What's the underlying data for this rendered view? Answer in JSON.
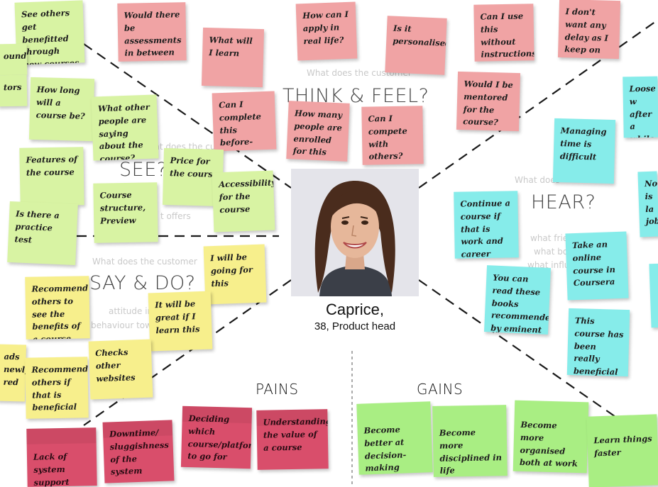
{
  "persona": {
    "name": "Caprice,",
    "subtitle": "38, Product head"
  },
  "quadrants": {
    "think_feel": "THINK & FEEL?",
    "see": "SEE?",
    "hear": "HEAR?",
    "say_do": "SAY & DO?",
    "pains": "PAINS",
    "gains": "GAINS"
  },
  "faint_text": [
    "What does the customer",
    "What does the customer",
    "What does the customer",
    "What does",
    "t offers",
    "what frien",
    "what bo",
    "what influe",
    "attitude in",
    "behaviour tow"
  ],
  "notes": {
    "think_feel": [
      "Would there be assessments in between",
      "What will I learn",
      "How can I apply in real life?",
      "Is it personalised?",
      "Can I use this without instructions",
      "I don't want any delay as I keep on learning",
      "Can I complete this before-hand",
      "How many people are enrolled for this",
      "Can I compete with others?",
      "Would I be mentored for the course?"
    ],
    "see": [
      "See others get benefitted through new courses",
      "ound",
      "tors",
      "How long will a course be?",
      "What other people are saying about the course?",
      "Features of the course",
      "Price for the course",
      "Accessibility for the course",
      "Course structure, Preview",
      "Is there a practice test"
    ],
    "say_do": [
      "I will be going for this",
      "Recommend others to see the benefits of a course",
      "It will be great if I learn this",
      "ads newly red",
      "Recommend others if that is beneficial",
      "Checks other websites"
    ],
    "hear": [
      "Loose w after a while",
      "Managing time is difficult",
      "Not is la job",
      "Continue a course if that is work and career related",
      "Take an online course in Coursera",
      "You can read these books recommended by eminent figures",
      "This course has been really beneficial"
    ],
    "pains": [
      "Lack of system support",
      "Downtime/ sluggishness of the system",
      "Deciding which course/platform to go for",
      "Understanding the value of a course"
    ],
    "gains": [
      "Become better at decision-making",
      "Become more disciplined in life",
      "Become more organised both at work and life",
      "Learn things faster"
    ]
  }
}
